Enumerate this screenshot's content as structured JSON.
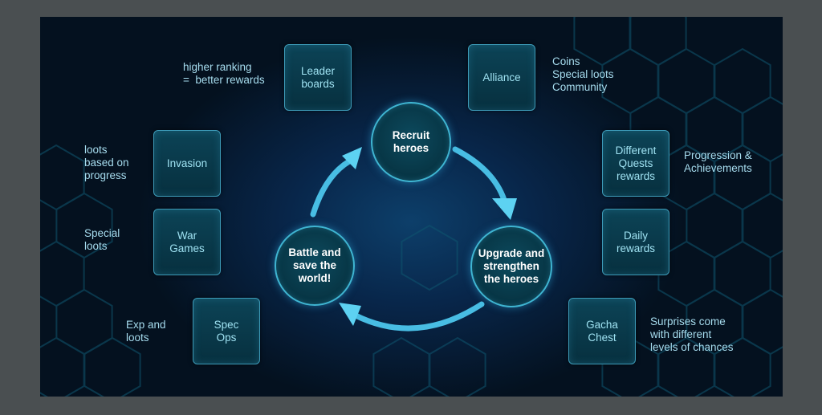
{
  "cycle": {
    "recruit": "Recruit\nheroes",
    "upgrade": "Upgrade and\nstrengthen\nthe heroes",
    "battle": "Battle and\nsave the\nworld!"
  },
  "boxes": {
    "leaderboards": "Leader\nboards",
    "alliance": "Alliance",
    "invasion": "Invasion",
    "war_games": "War\nGames",
    "spec_ops": "Spec\nOps",
    "quests": "Different\nQuests\nrewards",
    "daily": "Daily\nrewards",
    "gacha": "Gacha\nChest"
  },
  "notes": {
    "leaderboards": "higher ranking\n=  better rewards",
    "alliance": "Coins\nSpecial loots\nCommunity",
    "invasion": "loots\nbased on\nprogress",
    "war_games": "Special\nloots",
    "spec_ops": "Exp and\nloots",
    "quests": "Progression &\nAchievements",
    "gacha": "Surprises come\nwith different\nlevels of chances"
  },
  "colors": {
    "page_background": "#4a4f51",
    "panel_background": "#04111f",
    "glow": "#0d3f6a",
    "box_border": "#3d9bb8",
    "box_text": "#9fe2f2",
    "note_text": "#a6dcee",
    "arrow": "#56c8ea",
    "hexagon_outline": "#0f5670"
  }
}
